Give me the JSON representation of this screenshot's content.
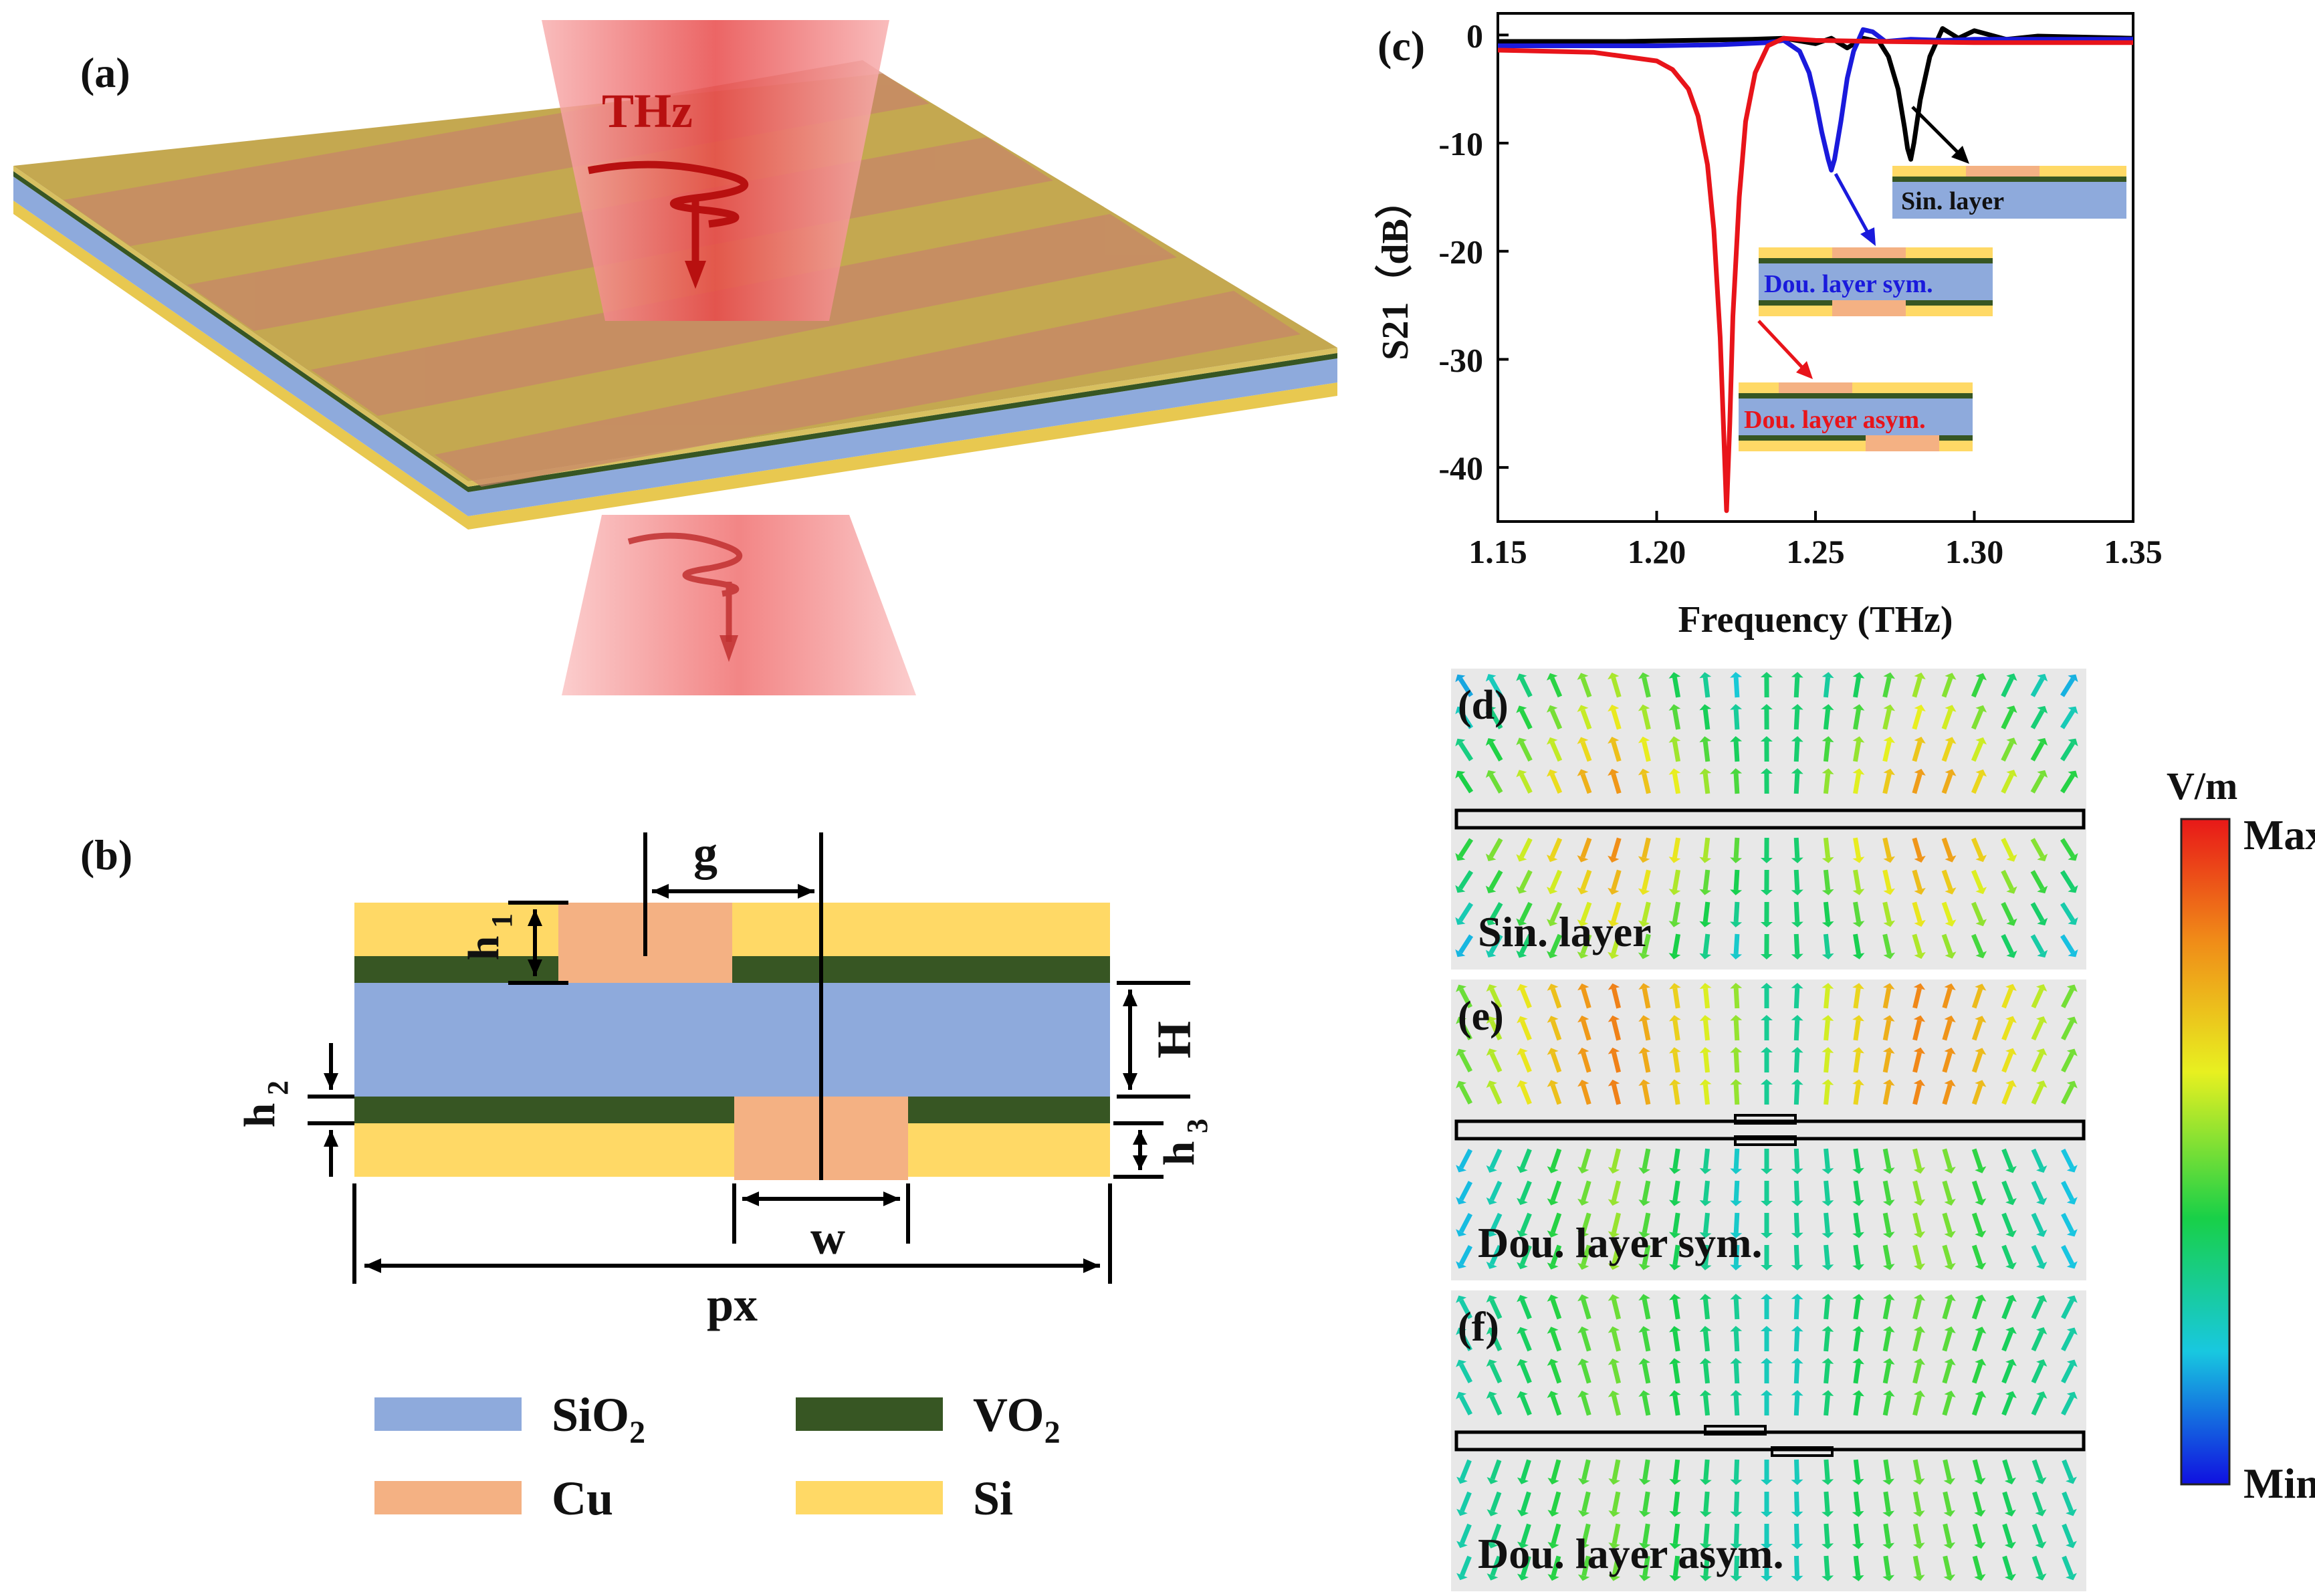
{
  "panels": {
    "a": {
      "label": "(a)",
      "beam_label": "THz"
    },
    "b": {
      "label": "(b)",
      "dims": {
        "g": "g",
        "h1": "h",
        "h1_sub": "1",
        "h2": "h",
        "h2_sub": "2",
        "h3": "h",
        "h3_sub": "3",
        "H": "H",
        "w": "w",
        "px": "px"
      },
      "legend": [
        {
          "name": "SiO",
          "sub": "2",
          "color": "#8eaadc"
        },
        {
          "name": "VO",
          "sub": "2",
          "color": "#375623"
        },
        {
          "name": "Cu",
          "sub": "",
          "color": "#f4b183"
        },
        {
          "name": "Si",
          "sub": "",
          "color": "#ffd966"
        }
      ]
    },
    "c": {
      "label": "(c)"
    },
    "d": {
      "label": "(d)",
      "caption": "Sin. layer"
    },
    "e": {
      "label": "(e)",
      "caption": "Dou. layer sym."
    },
    "f": {
      "label": "(f)",
      "caption": "Dou. layer asym."
    }
  },
  "colorbar": {
    "unit": "V/m",
    "max": "Max",
    "min": "Min"
  },
  "chart_data": {
    "type": "line",
    "title": "",
    "xlabel": "Frequency (THz)",
    "ylabel": "S21（dB）",
    "xlim": [
      1.15,
      1.35
    ],
    "ylim": [
      -45,
      2
    ],
    "xticks": [
      "1.15",
      "1.20",
      "1.25",
      "1.30",
      "1.35"
    ],
    "yticks": [
      "0",
      "-10",
      "-20",
      "-30",
      "-40"
    ],
    "series": [
      {
        "name": "Sin. layer",
        "color": "#000000",
        "x": [
          1.15,
          1.19,
          1.21,
          1.23,
          1.24,
          1.25,
          1.255,
          1.26,
          1.265,
          1.27,
          1.273,
          1.276,
          1.278,
          1.279,
          1.28,
          1.281,
          1.283,
          1.286,
          1.29,
          1.295,
          1.3,
          1.31,
          1.32,
          1.35
        ],
        "y": [
          -0.6,
          -0.6,
          -0.5,
          -0.4,
          -0.3,
          -0.8,
          -0.3,
          -1.2,
          -0.3,
          -0.6,
          -2,
          -5,
          -8.5,
          -10.5,
          -11.5,
          -10,
          -6,
          -2,
          0.6,
          -0.3,
          0.4,
          -0.4,
          -0.1,
          -0.3
        ]
      },
      {
        "name": "Dou. layer sym.",
        "color": "#1a1adc",
        "x": [
          1.15,
          1.2,
          1.22,
          1.235,
          1.24,
          1.245,
          1.248,
          1.25,
          1.252,
          1.254,
          1.255,
          1.256,
          1.258,
          1.26,
          1.262,
          1.265,
          1.268,
          1.272,
          1.28,
          1.29,
          1.3,
          1.35
        ],
        "y": [
          -1,
          -1,
          -0.9,
          -0.7,
          -0.5,
          -1.5,
          -3.5,
          -6,
          -9,
          -11.5,
          -12.5,
          -11.5,
          -8,
          -4,
          -1.5,
          0.5,
          0.3,
          -0.6,
          -0.4,
          -0.5,
          -0.4,
          -0.4
        ]
      },
      {
        "name": "Dou. layer asym.",
        "color": "#e8141a",
        "x": [
          1.15,
          1.18,
          1.2,
          1.205,
          1.21,
          1.213,
          1.216,
          1.218,
          1.22,
          1.221,
          1.222,
          1.223,
          1.224,
          1.226,
          1.228,
          1.231,
          1.235,
          1.24,
          1.25,
          1.27,
          1.3,
          1.35
        ],
        "y": [
          -1.4,
          -1.6,
          -2.4,
          -3.2,
          -5,
          -7.5,
          -12,
          -18,
          -28,
          -36,
          -44,
          -36,
          -26,
          -15,
          -8,
          -3.5,
          -1,
          -0.3,
          -0.5,
          -0.6,
          -0.7,
          -0.7
        ]
      }
    ],
    "annotations": [
      "Sin. layer",
      "Dou. layer sym.",
      "Dou. layer asym."
    ]
  }
}
